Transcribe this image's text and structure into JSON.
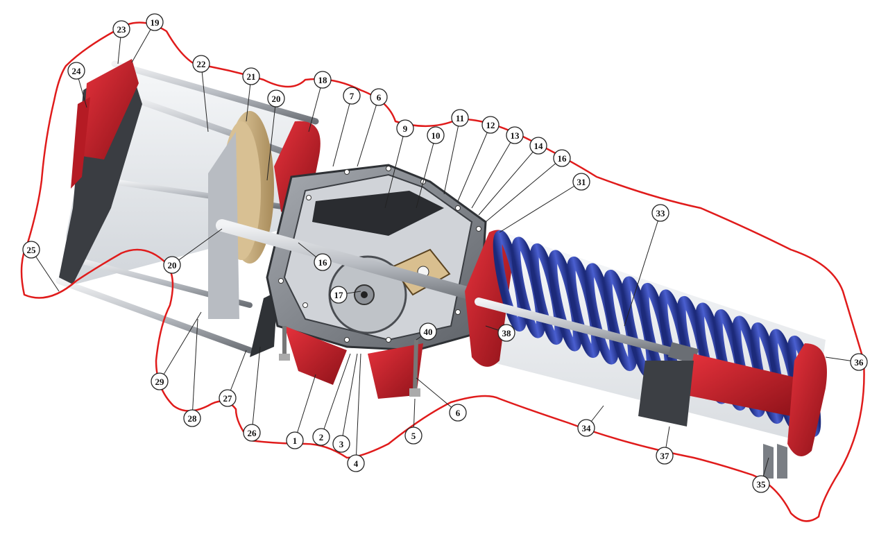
{
  "colors": {
    "red": "#cc1f2a",
    "dark_red": "#8e1219",
    "blue": "#2a3d9e",
    "steel": "#c9ccd1",
    "dark_steel": "#55595f",
    "outline": "#e01b1b"
  },
  "callouts": [
    {
      "id": "c1",
      "text": "1"
    },
    {
      "id": "c2",
      "text": "2"
    },
    {
      "id": "c3",
      "text": "3"
    },
    {
      "id": "c4",
      "text": "4"
    },
    {
      "id": "c5",
      "text": "5"
    },
    {
      "id": "c6",
      "text": "6"
    },
    {
      "id": "c6b",
      "text": "6"
    },
    {
      "id": "c7",
      "text": "7"
    },
    {
      "id": "c9",
      "text": "9"
    },
    {
      "id": "c10",
      "text": "10"
    },
    {
      "id": "c11",
      "text": "11"
    },
    {
      "id": "c12",
      "text": "12"
    },
    {
      "id": "c13",
      "text": "13"
    },
    {
      "id": "c14",
      "text": "14"
    },
    {
      "id": "c16",
      "text": "16"
    },
    {
      "id": "c16b",
      "text": "16"
    },
    {
      "id": "c17",
      "text": "17"
    },
    {
      "id": "c18",
      "text": "18"
    },
    {
      "id": "c19",
      "text": "19"
    },
    {
      "id": "c20a",
      "text": "20"
    },
    {
      "id": "c20b",
      "text": "20"
    },
    {
      "id": "c21",
      "text": "21"
    },
    {
      "id": "c22",
      "text": "22"
    },
    {
      "id": "c23",
      "text": "23"
    },
    {
      "id": "c24",
      "text": "24"
    },
    {
      "id": "c25",
      "text": "25"
    },
    {
      "id": "c26",
      "text": "26"
    },
    {
      "id": "c27",
      "text": "27"
    },
    {
      "id": "c28",
      "text": "28"
    },
    {
      "id": "c29",
      "text": "29"
    },
    {
      "id": "c31",
      "text": "31"
    },
    {
      "id": "c33",
      "text": "33"
    },
    {
      "id": "c34",
      "text": "34"
    },
    {
      "id": "c35",
      "text": "35"
    },
    {
      "id": "c36",
      "text": "36"
    },
    {
      "id": "c37",
      "text": "37"
    },
    {
      "id": "c38",
      "text": "38"
    },
    {
      "id": "c40",
      "text": "40"
    }
  ]
}
